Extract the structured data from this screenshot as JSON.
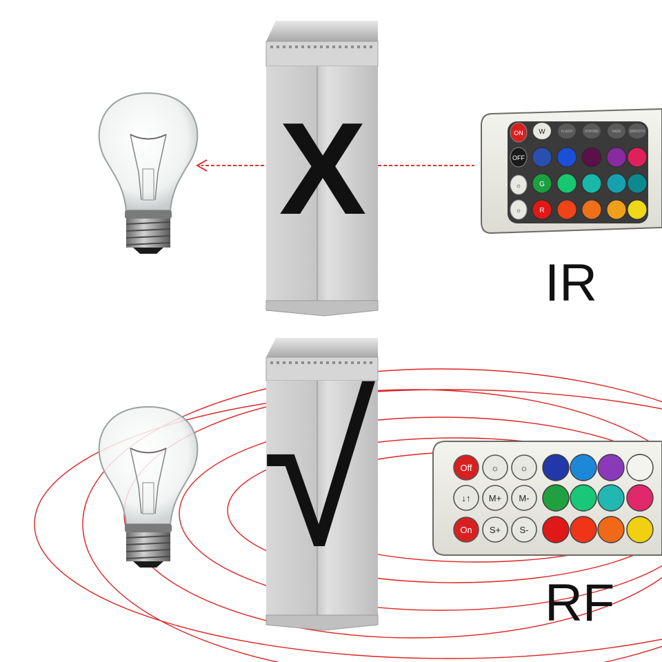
{
  "ir_section": {
    "mark": "X",
    "label": "IR",
    "remote_buttons": {
      "on": "ON",
      "off": "OFF",
      "white": "W",
      "green": "G",
      "red": "R",
      "brightness_up": "☼",
      "brightness_down": "☼"
    },
    "signal_color": "#e03030",
    "top_row_labels": [
      "FLASH",
      "STROBE",
      "FADE",
      "SMOOTH"
    ]
  },
  "rf_section": {
    "mark": "√",
    "label": "RF",
    "remote_buttons": {
      "off": "Off",
      "on": "On",
      "speed_up": "S+",
      "speed_down": "S-",
      "mode_up": "M+",
      "mode_down": "M-",
      "direction": "↓↑",
      "bright_up": "☼",
      "bright_down": "☼"
    },
    "wave_color": "#dd2222"
  },
  "colors": {
    "ir_grid": [
      [
        "#2a4fb0",
        "#1a4fd8",
        "#5a1048",
        "#8a2aa0",
        "#e0205a"
      ],
      [
        "#1aa040",
        "#18c870",
        "#18b8a8",
        "#18a0b0",
        "#0a8a90"
      ],
      [
        "#e01818",
        "#f04418",
        "#f07018",
        "#f0a018",
        "#f0d818"
      ]
    ],
    "rf_grid": [
      [
        "#2238a8",
        "#1e88d8",
        "#8a3ab8",
        "#f4f4ee"
      ],
      [
        "#20a040",
        "#18c878",
        "#20b8b0",
        "#e0286a"
      ],
      [
        "#e01818",
        "#f03418",
        "#f06818",
        "#f0d010"
      ]
    ]
  }
}
